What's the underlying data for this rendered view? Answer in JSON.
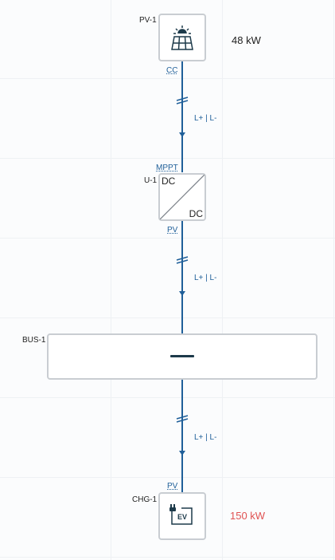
{
  "nodes": {
    "pv": {
      "id": "PV-1",
      "icon": "solar-panel-icon",
      "power": "48 kW",
      "port_out": "CC"
    },
    "converter": {
      "id": "U-1",
      "port_in": "MPPT",
      "label_in": "DC",
      "label_out": "DC",
      "port_out": "PV"
    },
    "bus": {
      "id": "BUS-1"
    },
    "charger": {
      "id": "CHG-1",
      "icon": "ev-charger-icon",
      "icon_text": "EV",
      "port_in": "PV",
      "power": "150 kW"
    }
  },
  "cables": [
    {
      "label": "L+ | L-"
    },
    {
      "label": "L+ | L-"
    },
    {
      "label": "L+ | L-"
    }
  ],
  "colors": {
    "wire": "#1f5f99",
    "pv_power": "#222222",
    "charger_power": "#e05252",
    "box_border": "#c9cdd2",
    "bus_bar": "#1d3a4a"
  }
}
